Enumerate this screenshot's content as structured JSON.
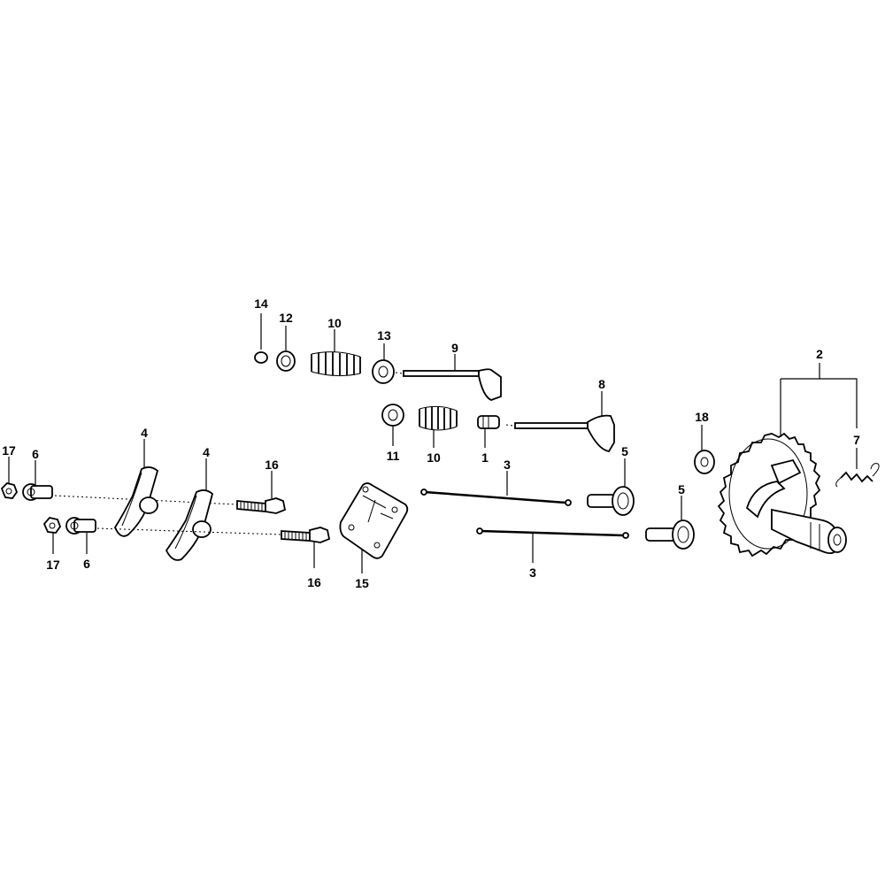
{
  "labels": {
    "n1": "1",
    "n2": "2",
    "n3a": "3",
    "n3b": "3",
    "n4a": "4",
    "n4b": "4",
    "n5a": "5",
    "n5b": "5",
    "n6a": "6",
    "n6b": "6",
    "n7": "7",
    "n8": "8",
    "n9": "9",
    "n10a": "10",
    "n10b": "10",
    "n11": "11",
    "n12": "12",
    "n13": "13",
    "n14": "14",
    "n15": "15",
    "n16a": "16",
    "n16b": "16",
    "n17a": "17",
    "n17b": "17",
    "n18": "18"
  }
}
